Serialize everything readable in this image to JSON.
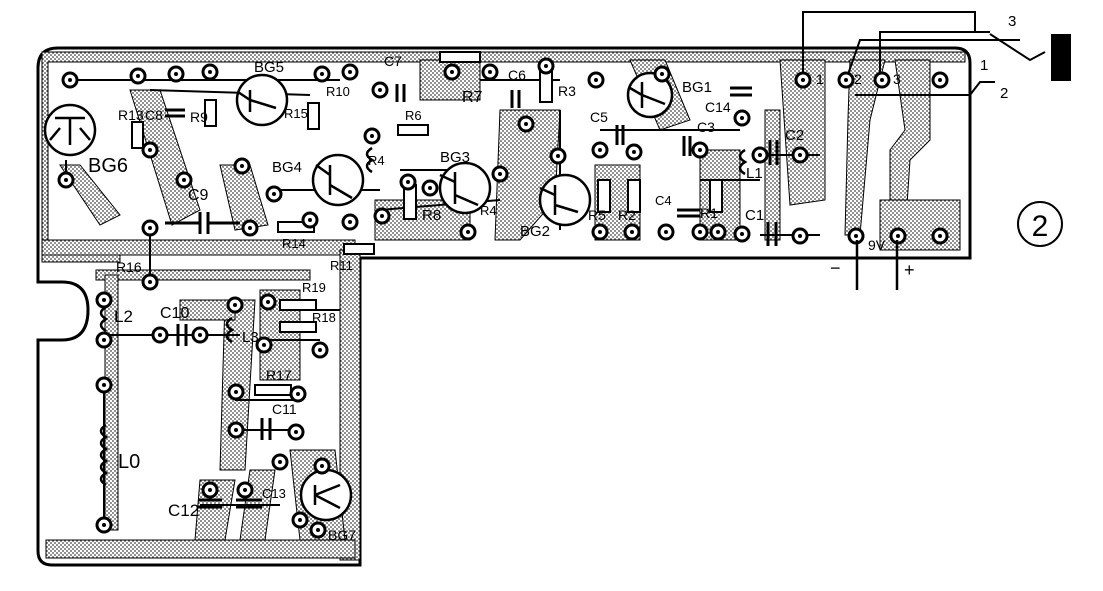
{
  "figure_number": "2",
  "labels": {
    "BG1": "BG1",
    "BG2": "BG2",
    "BG3": "BG3",
    "BG4": "BG4",
    "BG5": "BG5",
    "BG6": "BG6",
    "BG7": "BG7",
    "R1": "R1",
    "R2": "R2",
    "R3": "R3",
    "R4": "R4",
    "R5": "R5",
    "R6": "R6",
    "R7": "R7",
    "R8": "R8",
    "R9": "R9",
    "R10": "R10",
    "R11": "R11",
    "R13": "R13",
    "R14": "R14",
    "R15": "R15",
    "R16": "R16",
    "R17": "R17",
    "R18": "R18",
    "R19": "R19",
    "C1": "C1",
    "C2": "C2",
    "C3": "C3",
    "C4": "C4",
    "C5": "C5",
    "C6": "C6",
    "C7": "C7",
    "C8": "C8",
    "C9": "C9",
    "C10": "C10",
    "C11": "C11",
    "C12": "C12",
    "C13": "C13",
    "C14": "C14",
    "L0": "L0",
    "L1": "L1",
    "L2": "L2",
    "L3": "L3"
  },
  "pads": {
    "p1": "1",
    "p2": "2",
    "p3": "3"
  },
  "switch": {
    "s3": "3",
    "s1": "1",
    "s2": "2"
  },
  "battery": {
    "voltage": "9V",
    "minus": "−",
    "plus": "+"
  },
  "colors": {
    "ink": "#000000",
    "paper": "#ffffff",
    "copper": "#b4b4b4"
  }
}
